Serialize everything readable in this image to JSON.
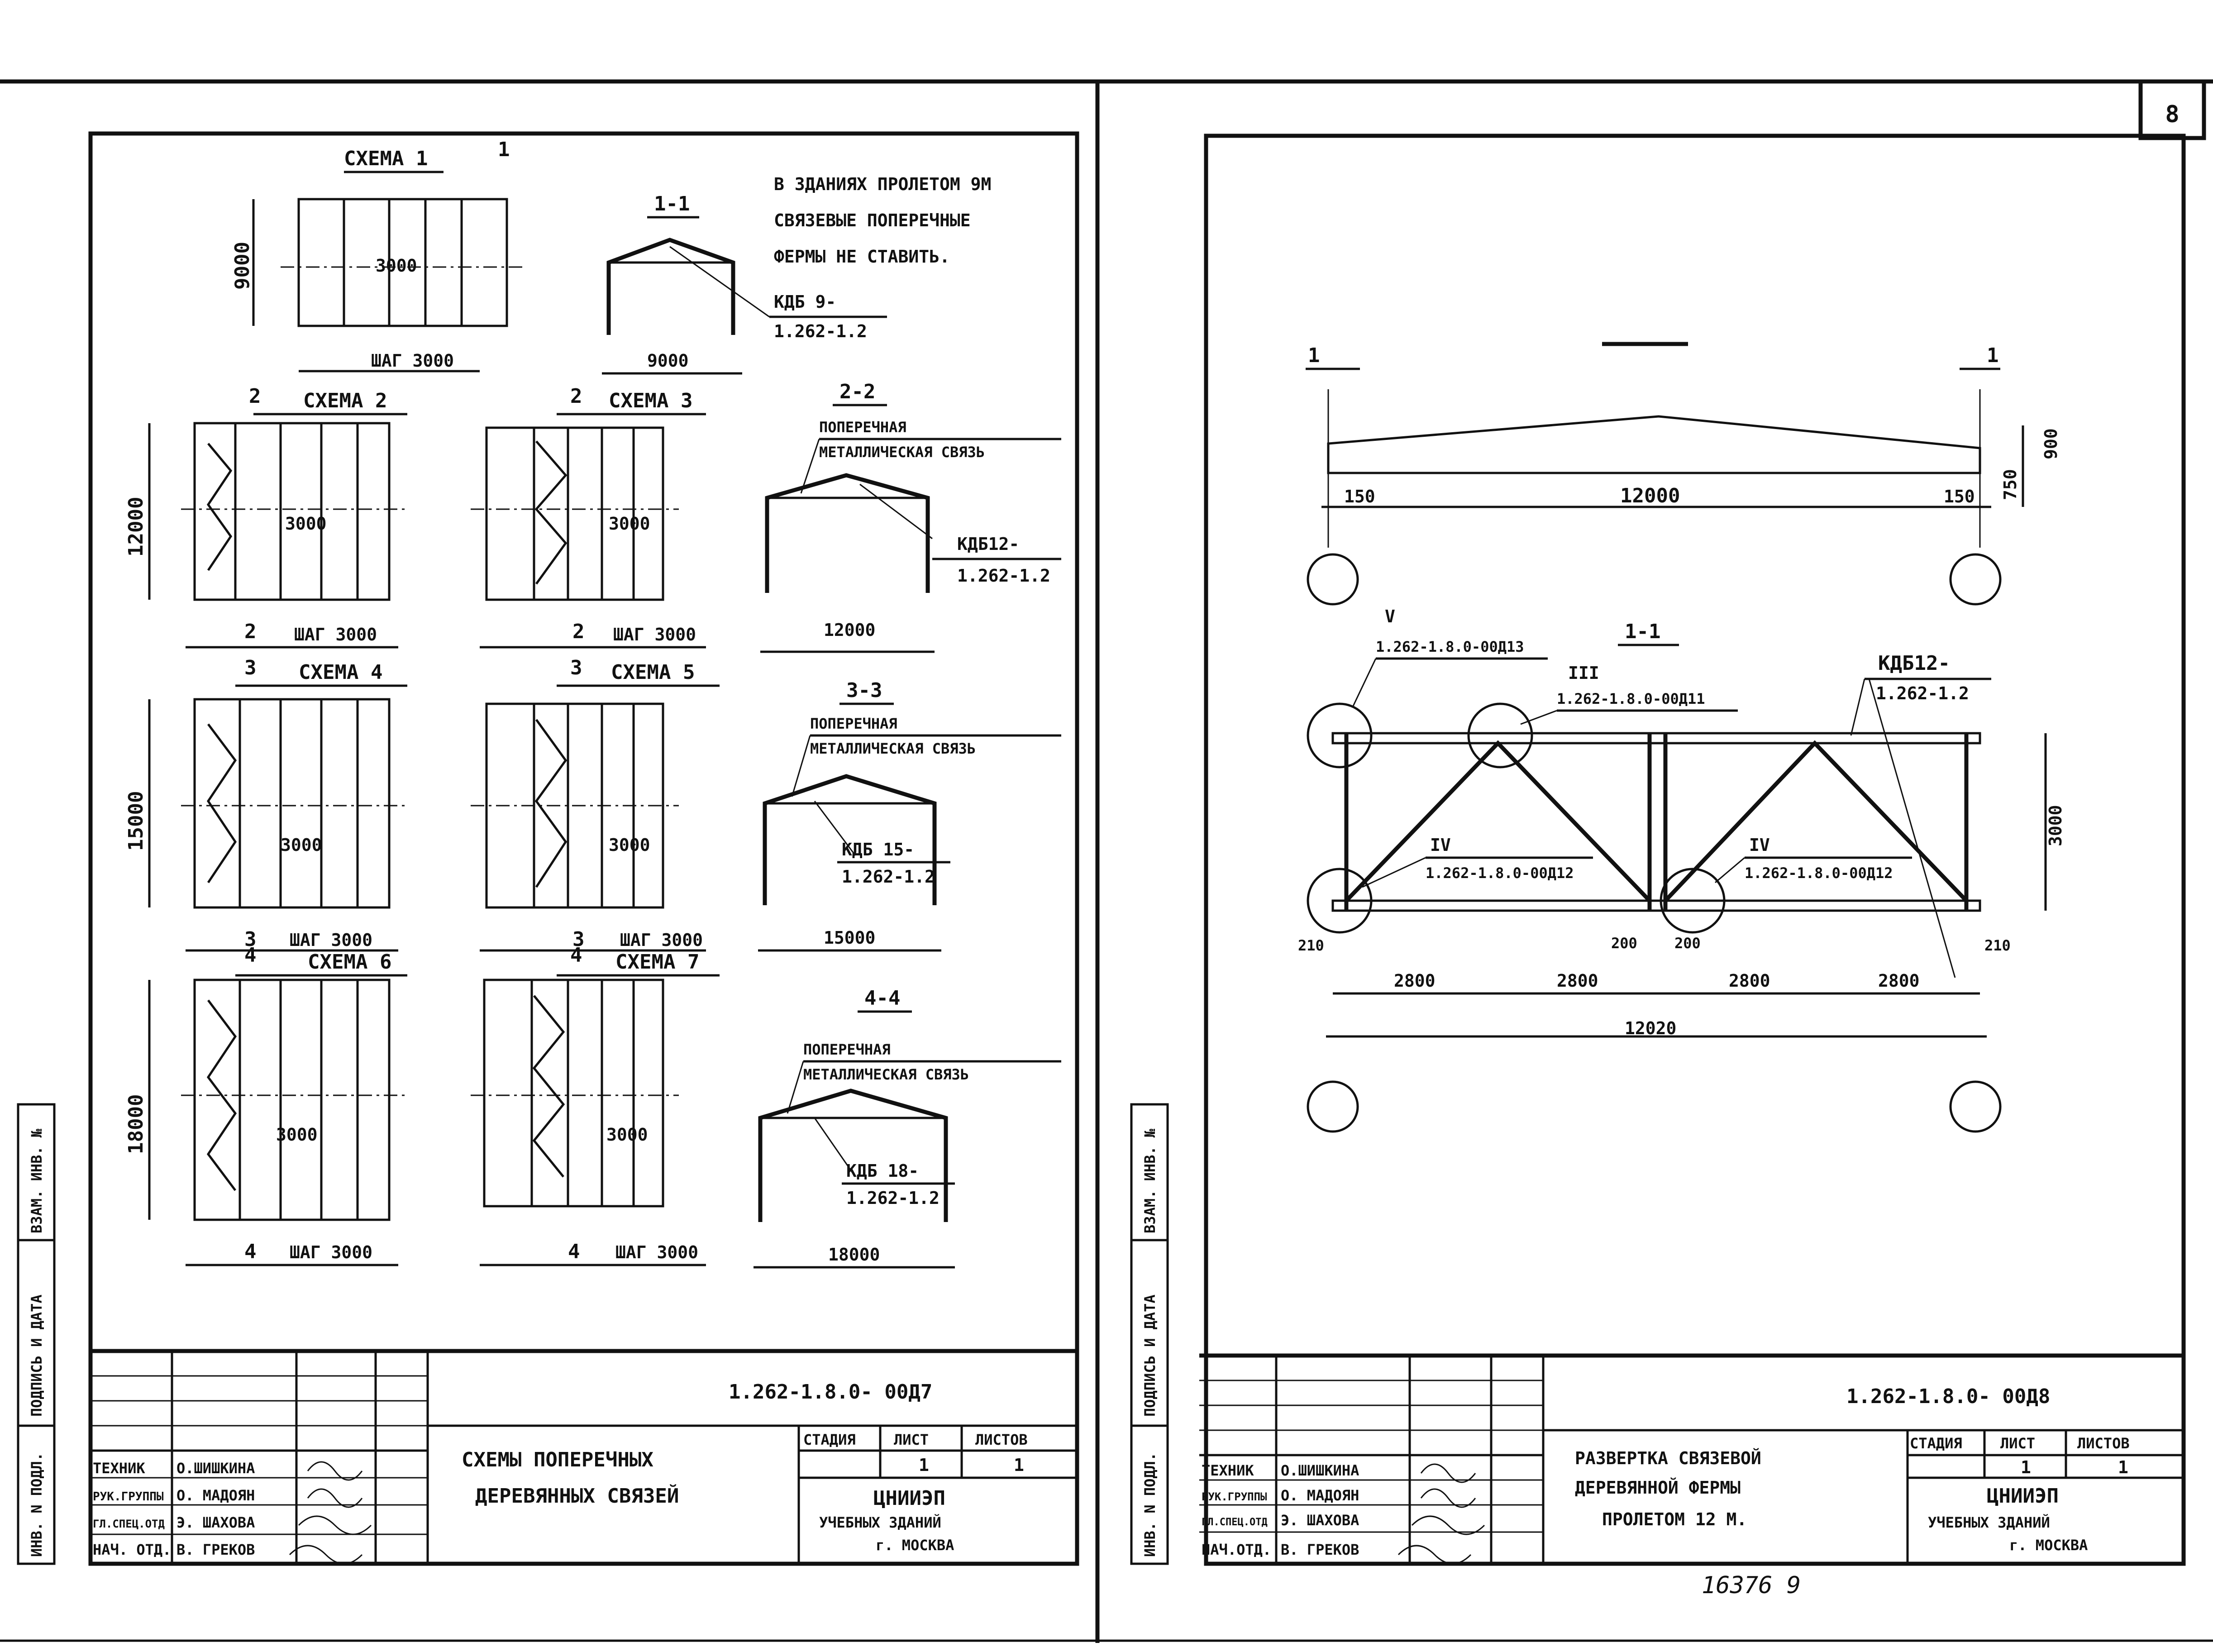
{
  "page_number": "8",
  "bottom_number": "16376  9",
  "sheet_left": {
    "note": [
      "В ЗДАНИЯХ ПРОЛЕТОМ 9М",
      "СВЯЗЕВЫЕ ПОПЕРЕЧНЫЕ",
      "ФЕРМЫ НЕ СТАВИТЬ."
    ],
    "schemes": [
      {
        "title": "СХЕМА 1",
        "span": "9000",
        "inner": "3000",
        "step": "ШАГ 3000",
        "cut": "1"
      },
      {
        "title": "СХЕМА 2",
        "span": "12000",
        "inner": "3000",
        "step": "ШАГ 3000",
        "cut": "2"
      },
      {
        "title": "СХЕМА 3",
        "inner": "3000",
        "step": "ШАГ 3000",
        "cut": "2"
      },
      {
        "title": "СХЕМА 4",
        "span": "15000",
        "inner": "3000",
        "step": "ШАГ 3000",
        "cut": "3"
      },
      {
        "title": "СХЕМА 5",
        "inner": "3000",
        "step": "ШАГ 3000",
        "cut": "3"
      },
      {
        "title": "СХЕМА 6",
        "span": "18000",
        "inner": "3000",
        "step": "ШАГ 3000",
        "cut": "4"
      },
      {
        "title": "СХЕМА 7",
        "inner": "3000",
        "step": "ШАГ 3000",
        "cut": "4"
      }
    ],
    "sections": [
      {
        "title": "1-1",
        "span": "9000",
        "mark": "КДБ 9-",
        "code": "1.262-1.2"
      },
      {
        "title": "2-2",
        "span": "12000",
        "label": [
          "ПОПЕРЕЧНАЯ",
          "МЕТАЛЛИЧЕСКАЯ СВЯЗЬ"
        ],
        "mark": "КДБ12-",
        "code": "1.262-1.2"
      },
      {
        "title": "3-3",
        "span": "15000",
        "label": [
          "ПОПЕРЕЧНАЯ",
          "МЕТАЛЛИЧЕСКАЯ СВЯЗЬ"
        ],
        "mark": "КДБ 15-",
        "code": "1.262-1.2"
      },
      {
        "title": "4-4",
        "span": "18000",
        "label": [
          "ПОПЕРЕЧНАЯ",
          "МЕТАЛЛИЧЕСКАЯ СВЯЗЬ"
        ],
        "mark": "КДБ 18-",
        "code": "1.262-1.2"
      }
    ],
    "stamp": {
      "doc_code": "1.262-1.8.0- 00Д7",
      "title": [
        "СХЕМЫ ПОПЕРЕЧНЫХ",
        "ДЕРЕВЯННЫХ СВЯЗЕЙ"
      ],
      "stage_h": "СТАДИЯ",
      "sheet_h": "ЛИСТ",
      "sheets_h": "ЛИСТОВ",
      "sheet": "1",
      "sheets": "1",
      "org": [
        "ЦНИИЭП",
        "УЧЕБНЫХ  ЗДАНИЙ",
        "г. МОСКВА"
      ],
      "people": [
        {
          "role": "ТЕХНИК",
          "name": "О.ШИШКИНА"
        },
        {
          "role": "РУК.ГРУППЫ",
          "name": "О. МАДОЯН"
        },
        {
          "role": "ГЛ.СПЕЦ.ОТД",
          "name": "Э. ШАХОВА"
        },
        {
          "role": "НАЧ. ОТД.",
          "name": "В. ГРЕКОВ"
        }
      ]
    },
    "side_labels": [
      "ИНВ. N ПОДЛ.",
      "ПОДПИСЬ И ДАТА",
      "ВЗАМ. ИНВ. №"
    ]
  },
  "sheet_right": {
    "elevation": {
      "dims": [
        "150",
        "12000",
        "150"
      ],
      "h1": "900",
      "h2": "750",
      "cut": "1"
    },
    "section_title": "1-1",
    "callouts": [
      {
        "num": "V",
        "code": "1.262-1.8.0-00Д13"
      },
      {
        "num": "III",
        "code": "1.262-1.8.0-00Д11"
      },
      {
        "num": "IV",
        "code": "1.262-1.8.0-00Д12"
      },
      {
        "num": "IV",
        "code": "1.262-1.8.0-00Д12"
      }
    ],
    "truss_mark": "КДБ12-",
    "truss_code": "1.262-1.2",
    "height": "3000",
    "bottom_dims": [
      "210",
      "2800",
      "2800",
      "200",
      "200",
      "2800",
      "2800",
      "210"
    ],
    "total": "12020",
    "stamp": {
      "doc_code": "1.262-1.8.0- 00Д8",
      "title": [
        "РАЗВЕРТКА СВЯЗЕВОЙ",
        "ДЕРЕВЯННОЙ ФЕРМЫ",
        "ПРОЛЕТОМ 12 М."
      ],
      "stage_h": "СТАДИЯ",
      "sheet_h": "ЛИСТ",
      "sheets_h": "ЛИСТОВ",
      "sheet": "1",
      "sheets": "1",
      "org": [
        "ЦНИИЭП",
        "УЧЕБНЫХ  ЗДАНИЙ",
        "г. МОСКВА"
      ],
      "people": [
        {
          "role": "ТЕХНИК",
          "name": "О.ШИШКИНА"
        },
        {
          "role": "РУК.ГРУППЫ",
          "name": "О. МАДОЯН"
        },
        {
          "role": "ГЛ.СПЕЦ.ОТД",
          "name": "Э. ШАХОВА"
        },
        {
          "role": "НАЧ.ОТД.",
          "name": "В. ГРЕКОВ"
        }
      ]
    },
    "side_labels": [
      "ИНВ. N ПОДЛ.",
      "ПОДПИСЬ И ДАТА",
      "ВЗАМ. ИНВ. №"
    ]
  }
}
